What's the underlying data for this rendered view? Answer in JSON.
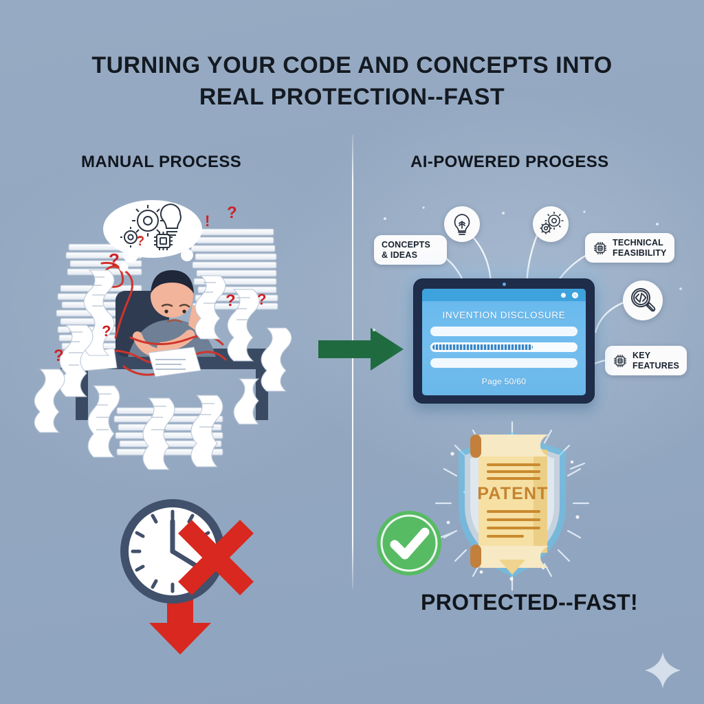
{
  "theme": {
    "background": "#95a9c2",
    "title_color": "#141a22",
    "divider_color": "#ffffff",
    "arrow_green": "#1f6b3f",
    "check_green": "#57bb63",
    "red_accent": "#cf2026",
    "tablet_bezel": "#1f2d4a",
    "tablet_screen": "#6cbbee",
    "scroll_paper": "#f4dc9e",
    "scroll_ink": "#c98a2e",
    "shield_silver": "#c6d2de"
  },
  "header": {
    "line1": "TURNING YOUR CODE AND CONCEPTS INTO",
    "line2": "REAL PROTECTION--FAST"
  },
  "columns": {
    "left": {
      "heading": "MANUAL PROCESS"
    },
    "right": {
      "heading": "AI-POWERED PROGESS"
    }
  },
  "left_panel": {
    "illustration_name": "overwhelmed-person-with-paperwork",
    "thought_bubble_icons": [
      "gear-icon",
      "lightbulb-icon",
      "chip-icon",
      "question-mark-icon"
    ],
    "scatter_marks": [
      "?",
      "?",
      "!",
      "?",
      "?",
      "?"
    ],
    "clock": {
      "name": "slow-clock-icon",
      "status_symbol": "x-mark",
      "trend_symbol": "down-arrow"
    }
  },
  "transition": {
    "arrow_name": "right-arrow-icon",
    "arrow_color": "#1f6b3f"
  },
  "right_panel": {
    "pills": [
      {
        "id": "concepts",
        "icon": "",
        "label": "CONCEPTS\n& IDEAS",
        "line1": "CONCEPTS",
        "line2": "& IDEAS"
      },
      {
        "id": "technical",
        "icon": "chip-icon",
        "label": "TECHNICAL FEASIBILITY",
        "line1": "TECHNICAL",
        "line2": "FEASIBILITY"
      },
      {
        "id": "key",
        "icon": "chip-icon",
        "label": "KEY FEATURES",
        "line1": "KEY",
        "line2": "FEATURES"
      }
    ],
    "bubbles": [
      {
        "id": "bulb",
        "icon": "lightbulb-icon"
      },
      {
        "id": "gears",
        "icon": "gears-icon"
      },
      {
        "id": "code",
        "icon": "magnifier-code-icon"
      }
    ],
    "tablet": {
      "screen_title": "INVENTION DISCLOSURE",
      "page_indicator": "Page 50/60",
      "progress_percent": 68,
      "field_rows": 3
    },
    "result": {
      "scroll_label": "PATENT",
      "badge": "check-mark",
      "caption": "PROTECTED--FAST!"
    }
  },
  "decor": {
    "sparkle": "four-point-star"
  }
}
